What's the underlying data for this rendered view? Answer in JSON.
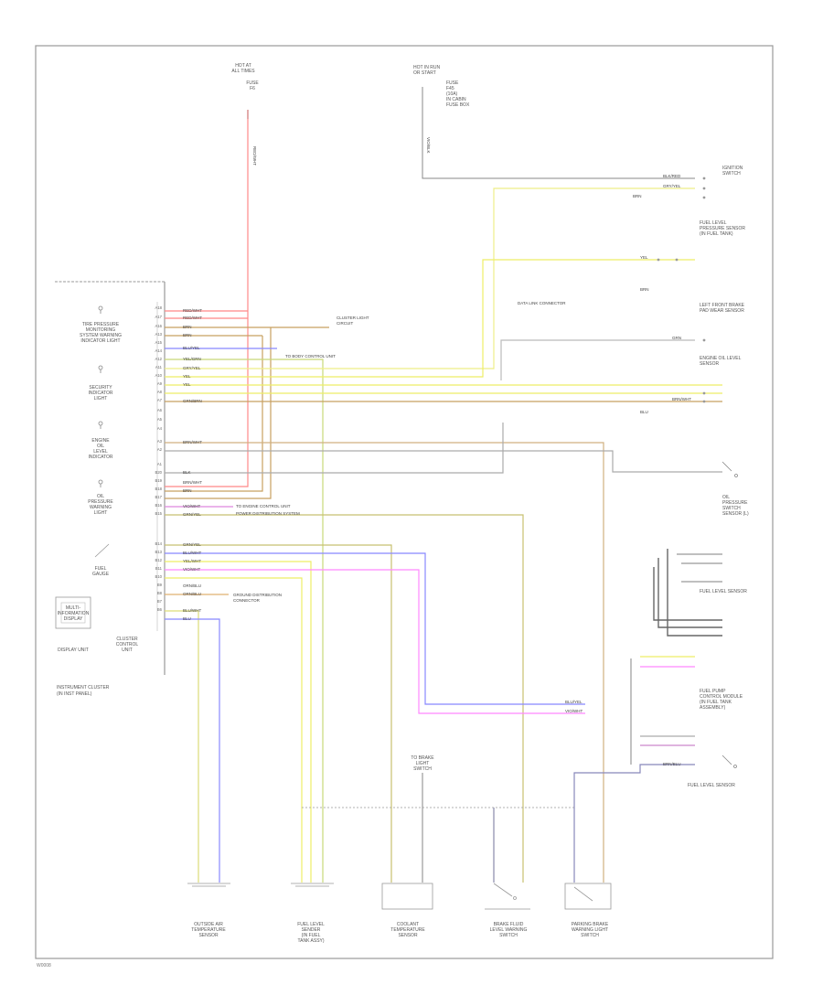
{
  "diagram": {
    "footer_code": "W0008",
    "top_feeds": {
      "hot_at_all_times": [
        "HOT AT",
        "ALL TIMES",
        "FUSE",
        "F6"
      ],
      "hot_in_run": [
        "HOT IN RUN",
        "OR START",
        "FUSE",
        "F45",
        "(10A)",
        "IN CABIN",
        "FUSE BOX"
      ],
      "wire_red": "RED/WHT",
      "wire_violet": "VIO/BLK"
    },
    "cluster": {
      "indicators": [
        [
          "TIRE PRESSURE",
          "MONITORING",
          "SYSTEM WARNING",
          "INDICATOR LIGHT"
        ],
        [
          "SECURITY",
          "INDICATOR",
          "LIGHT"
        ],
        [
          "ENGINE",
          "OIL",
          "LEVEL",
          "INDICATOR"
        ],
        [
          "OIL",
          "PRESSURE",
          "WARNING",
          "LIGHT"
        ],
        [
          "FUEL",
          "GAUGE"
        ]
      ],
      "display": [
        "MULTI-",
        "INFORMATION",
        "DISPLAY"
      ],
      "display_label": "DISPLAY UNIT",
      "computer_label": [
        "CLUSTER",
        "CONTROL",
        "UNIT"
      ],
      "title": [
        "INSTRUMENT CLUSTER",
        "(IN INST PANEL)"
      ]
    },
    "cluster_pins": [
      "A18",
      "A17",
      "A16",
      "A13",
      "A15",
      "A14",
      "A12",
      "A11",
      "A10",
      "A9",
      "A8",
      "A7",
      "A6",
      "A5",
      "A4",
      "A3",
      "A2",
      "A1",
      "B20",
      "B19",
      "B18",
      "B17",
      "B16",
      "B15",
      "B14",
      "B13",
      "B12",
      "B11",
      "B10",
      "B9",
      "B8",
      "B7",
      "B6"
    ],
    "harness_wires": [
      {
        "label": "RED/WHT",
        "color": "#ff8888"
      },
      {
        "label": "RED/WHT",
        "color": "#ff8888"
      },
      {
        "label": "BRN",
        "color": "#c8a060"
      },
      {
        "label": "BRN",
        "color": "#c8a060"
      },
      {
        "label": "BLU/YEL",
        "color": "#8888ff"
      },
      {
        "label": "YEL/GRN",
        "color": "#c8d878"
      },
      {
        "label": "GRY/YEL",
        "color": "#bbbb88"
      },
      {
        "label": "YEL",
        "color": "#eeee66"
      },
      {
        "label": "YEL",
        "color": "#eeee66"
      },
      {
        "label": "GRN/BRN",
        "color": "#b8a060"
      },
      {
        "label": "BRN/WHT",
        "color": "#d0b080"
      },
      {
        "label": "BLK",
        "color": "#999999"
      },
      {
        "label": "BRN/WHT",
        "color": "#ff9999"
      },
      {
        "label": "BRN",
        "color": "#c8a060"
      },
      {
        "label": "VIO/WHT",
        "color": "#dd88dd"
      },
      {
        "label": "GRN/YEL",
        "color": "#c8c070"
      },
      {
        "label": "GRN/YEL",
        "color": "#c8c070"
      },
      {
        "label": "BLU/WHT",
        "color": "#8888ff"
      },
      {
        "label": "YEL/WHT",
        "color": "#eeee66"
      },
      {
        "label": "VIO/WHT",
        "color": "#ff88ff"
      },
      {
        "label": "ORN/BLU",
        "color": "#e0b070"
      },
      {
        "label": "ORN/BLU",
        "color": "#e0b070"
      },
      {
        "label": "BLU/WHT",
        "color": "#8888ff"
      },
      {
        "label": "BLU",
        "color": "#8888ff"
      }
    ],
    "inline_labels": {
      "to_body_control": "TO BODY CONTROL UNIT",
      "to_engine_control": "TO ENGINE CONTROL UNIT",
      "cluster_light": [
        "CLUSTER LIGHT",
        "CIRCUIT"
      ],
      "to_power_distribution": "POWER DISTRIBUTION SYSTEM",
      "to_ground_distribution": [
        "GROUND DISTRIBUTION",
        "CONNECTOR"
      ],
      "to_data_link": "DATA LINK CONNECTOR"
    },
    "right_components": [
      {
        "id": "ignition-switch",
        "lines": [
          "IGNITION",
          "SWITCH"
        ]
      },
      {
        "id": "fuel-level-sensor-1",
        "lines": [
          "FUEL LEVEL",
          "PRESSURE SENSOR",
          "(IN FUEL TANK)"
        ]
      },
      {
        "id": "left-front-brake",
        "lines": [
          "LEFT FRONT BRAKE",
          "PAD WEAR SENSOR"
        ]
      },
      {
        "id": "engine-oil-level",
        "lines": [
          "ENGINE OIL LEVEL",
          "SENSOR"
        ]
      },
      {
        "id": "oil-pressure-switch",
        "lines": [
          "OIL",
          "PRESSURE",
          "SWITCH",
          "SENSOR (L)"
        ]
      },
      {
        "id": "fuel-level-sensor-2",
        "lines": [
          "FUEL LEVEL SENSOR"
        ]
      },
      {
        "id": "fuel-pump",
        "lines": [
          "FUEL PUMP",
          "CONTROL MODULE",
          "(IN FUEL TANK",
          "ASSEMBLY)"
        ]
      },
      {
        "id": "fuel-level-sensor-3",
        "lines": [
          "FUEL LEVEL SENSOR"
        ]
      }
    ],
    "right_small_labels": [
      "BLK/RED",
      "GRY/YEL",
      "BRN",
      "YEL",
      "BRN",
      "GRN",
      "BLU",
      "BRN/WHT",
      "BLU/YEL",
      "VIO/WHT",
      "BRN/BLU"
    ],
    "bottom_components": [
      {
        "id": "ambient-temp",
        "lines": [
          "OUTSIDE AIR",
          "TEMPERATURE",
          "SENSOR"
        ]
      },
      {
        "id": "fuel-level-sender",
        "lines": [
          "FUEL LEVEL",
          "SENDER",
          "(IN FUEL",
          "TANK ASSY)"
        ]
      },
      {
        "id": "coolant-temp",
        "lines": [
          "COOLANT",
          "TEMPERATURE",
          "SENSOR"
        ]
      },
      {
        "id": "brake-fluid",
        "lines": [
          "BRAKE FLUID",
          "LEVEL WARNING",
          "SWITCH"
        ]
      },
      {
        "id": "parking-brake",
        "lines": [
          "PARKING BRAKE",
          "WARNING LIGHT",
          "SWITCH"
        ]
      }
    ],
    "center_label": [
      "TO BRAKE",
      "LIGHT",
      "SWITCH"
    ]
  }
}
